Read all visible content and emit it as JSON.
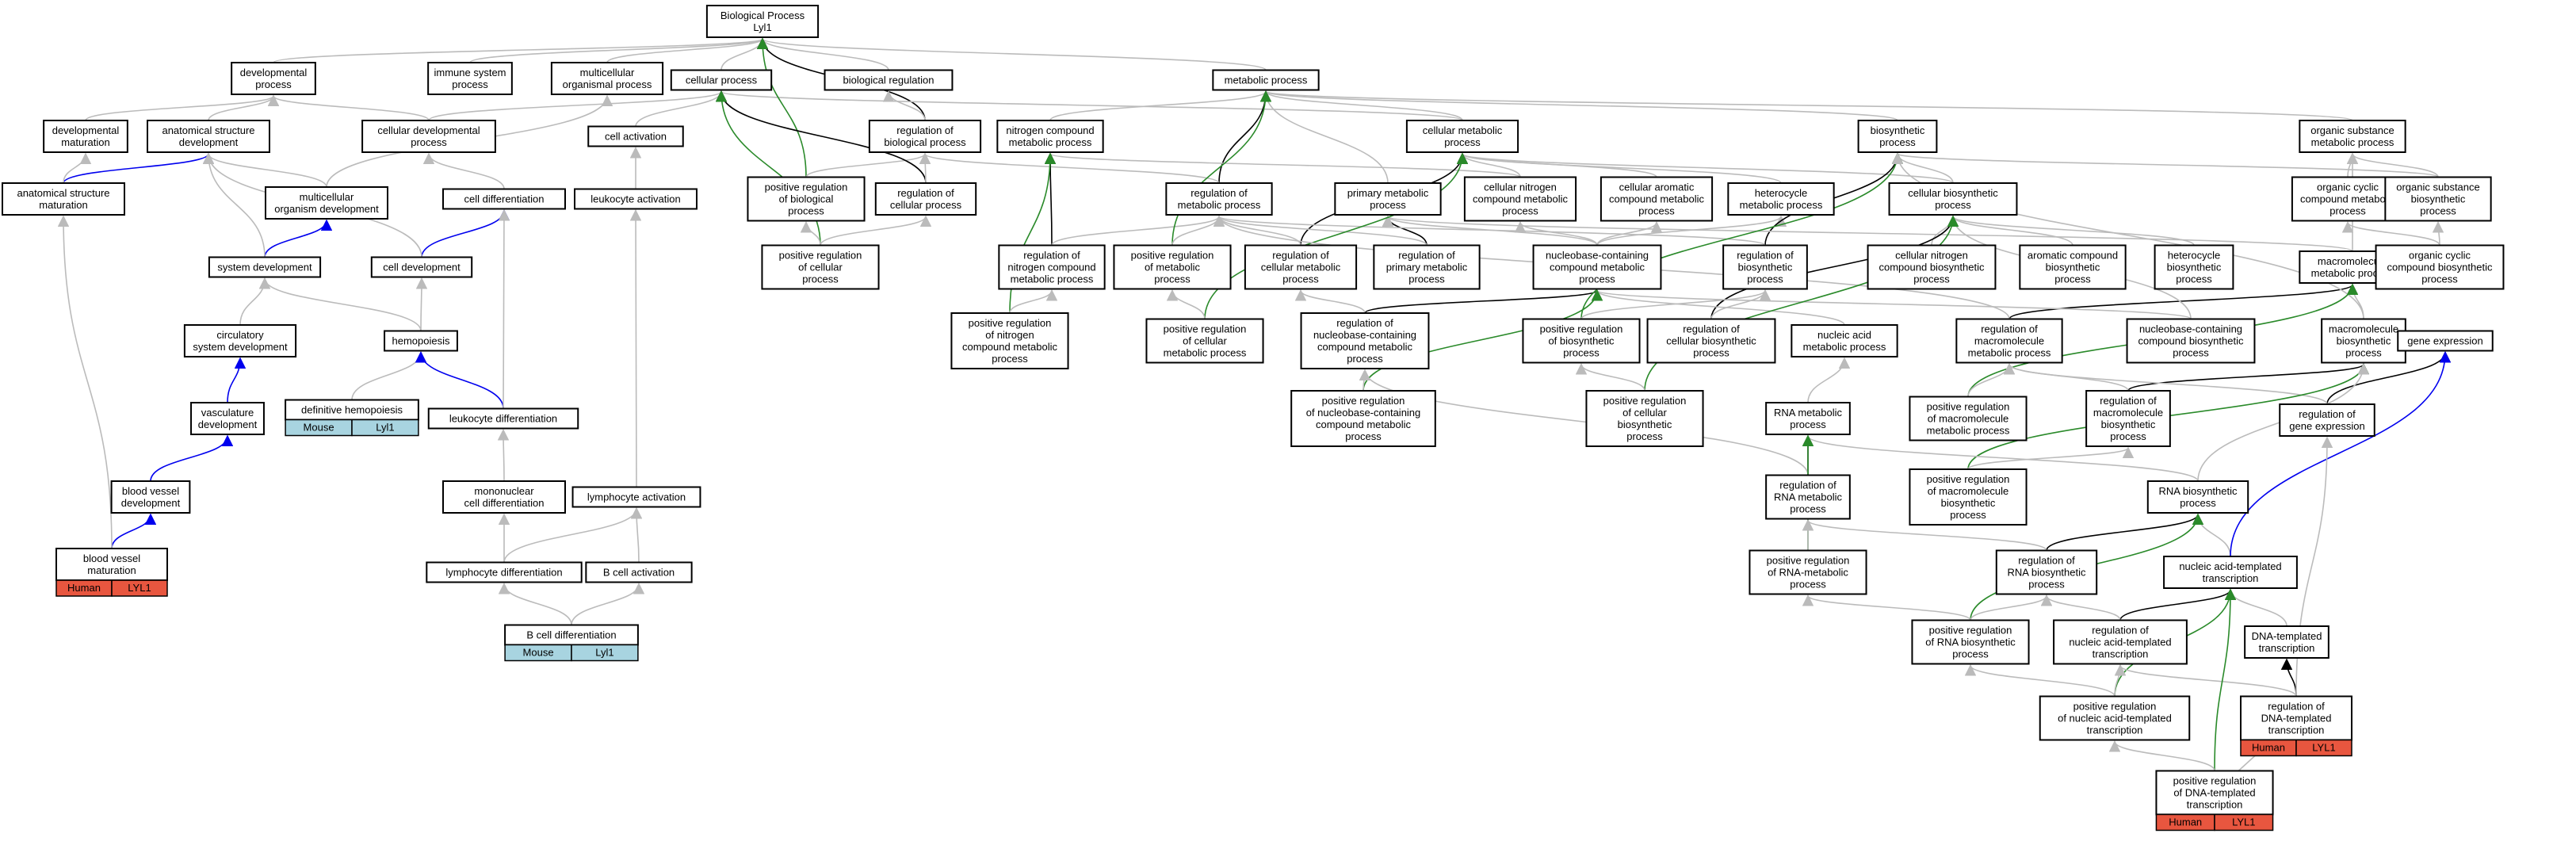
{
  "diagram": {
    "colors": {
      "is_a": "#bbbbbb",
      "part_of": "#0000ee",
      "regulates": "#000000",
      "positively_regulates": "#2a8a2a",
      "human_tag": "#e8563f",
      "mouse_tag": "#a8d4e0"
    },
    "nodes": {
      "bp": [
        "Biological Process",
        "Lyl1"
      ],
      "dev": [
        "developmental",
        "process"
      ],
      "imm": [
        "immune system",
        "process"
      ],
      "multi": [
        "multicellular",
        "organismal process"
      ],
      "cp": [
        "cellular process"
      ],
      "breg": [
        "biological regulation"
      ],
      "mp": [
        "metabolic process"
      ],
      "devmat": [
        "developmental",
        "maturation"
      ],
      "asd": [
        "anatomical structure",
        "development"
      ],
      "cdp": [
        "cellular developmental",
        "process"
      ],
      "cact": [
        "cell activation"
      ],
      "regbp": [
        "regulation of",
        "biological process"
      ],
      "ncmp": [
        "nitrogen compound",
        "metabolic process"
      ],
      "cmp": [
        "cellular metabolic",
        "process"
      ],
      "bsp": [
        "biosynthetic",
        "process"
      ],
      "osmp": [
        "organic substance",
        "metabolic process"
      ],
      "asm": [
        "anatomical structure",
        "maturation"
      ],
      "mod": [
        "multicellular",
        "organism development"
      ],
      "cdiff": [
        "cell differentiation"
      ],
      "lact": [
        "leukocyte activation"
      ],
      "prbp": [
        "positive regulation",
        "of biological",
        "process"
      ],
      "regcp": [
        "regulation of",
        "cellular process"
      ],
      "regmp": [
        "regulation of",
        "metabolic process"
      ],
      "pmp": [
        "primary metabolic",
        "process"
      ],
      "cncmp": [
        "cellular nitrogen",
        "compound metabolic",
        "process"
      ],
      "camp": [
        "cellular aromatic",
        "compound metabolic",
        "process"
      ],
      "hmp": [
        "heterocycle",
        "metabolic process"
      ],
      "cbsp": [
        "cellular biosynthetic",
        "process"
      ],
      "occmp": [
        "organic cyclic",
        "compound metabolic",
        "process"
      ],
      "osbp": [
        "organic substance",
        "biosynthetic",
        "process"
      ],
      "sysdev": [
        "system development"
      ],
      "celldev": [
        "cell development"
      ],
      "prcp": [
        "positive regulation",
        "of cellular",
        "process"
      ],
      "regncmp": [
        "regulation of",
        "nitrogen compound",
        "metabolic process"
      ],
      "prmp": [
        "positive regulation",
        "of metabolic",
        "process"
      ],
      "regcmp": [
        "regulation of",
        "cellular metabolic",
        "process"
      ],
      "regpmp": [
        "regulation of",
        "primary metabolic",
        "process"
      ],
      "nbcmp": [
        "nucleobase-containing",
        "compound metabolic",
        "process"
      ],
      "regbsp": [
        "regulation of",
        "biosynthetic",
        "process"
      ],
      "cncbp": [
        "cellular nitrogen",
        "compound biosynthetic",
        "process"
      ],
      "acbp": [
        "aromatic compound",
        "biosynthetic",
        "process"
      ],
      "hbp": [
        "heterocycle",
        "biosynthetic",
        "process"
      ],
      "mmp": [
        "macromolecule",
        "metabolic process"
      ],
      "occbp": [
        "organic cyclic",
        "compound biosynthetic",
        "process"
      ],
      "csd": [
        "circulatory",
        "system development"
      ],
      "hemo": [
        "hemopoiesis"
      ],
      "prncmp": [
        "positive regulation",
        "of nitrogen",
        "compound metabolic",
        "process"
      ],
      "prcmp": [
        "positive regulation",
        "of cellular",
        "metabolic process"
      ],
      "regnbcmp": [
        "regulation of",
        "nucleobase-containing",
        "compound metabolic",
        "process"
      ],
      "prbsp": [
        "positive regulation",
        "of biosynthetic",
        "process"
      ],
      "regcbsp": [
        "regulation of",
        "cellular biosynthetic",
        "process"
      ],
      "namp": [
        "nucleic acid",
        "metabolic process"
      ],
      "regmmp": [
        "regulation of",
        "macromolecule",
        "metabolic process"
      ],
      "nbcbp": [
        "nucleobase-containing",
        "compound biosynthetic",
        "process"
      ],
      "mbp": [
        "macromolecule",
        "biosynthetic",
        "process"
      ],
      "gexp": [
        "gene expression"
      ],
      "vasc": [
        "vasculature",
        "development"
      ],
      "defhemo": [
        "definitive hemopoiesis"
      ],
      "ldiff": [
        "leukocyte differentiation"
      ],
      "prnbcmp": [
        "positive regulation",
        "of nucleobase-containing",
        "compound metabolic",
        "process"
      ],
      "prcbsp": [
        "positive regulation",
        "of cellular",
        "biosynthetic",
        "process"
      ],
      "rnamp": [
        "RNA metabolic",
        "process"
      ],
      "prmmp": [
        "positive regulation",
        "of macromolecule",
        "metabolic process"
      ],
      "regmbp": [
        "regulation of",
        "macromolecule",
        "biosynthetic",
        "process"
      ],
      "reggexp": [
        "regulation of",
        "gene expression"
      ],
      "bvd": [
        "blood vessel",
        "development"
      ],
      "mcd": [
        "mononuclear",
        "cell differentiation"
      ],
      "lymact": [
        "lymphocyte activation"
      ],
      "regrnamp": [
        "regulation of",
        "RNA metabolic",
        "process"
      ],
      "prmbp": [
        "positive regulation",
        "of macromolecule",
        "biosynthetic",
        "process"
      ],
      "rnabp": [
        "RNA biosynthetic",
        "process"
      ],
      "bvm": [
        "blood vessel",
        "maturation"
      ],
      "lymdiff": [
        "lymphocyte differentiation"
      ],
      "bcact": [
        "B cell activation"
      ],
      "prrnamp": [
        "positive regulation",
        "of RNA-metabolic",
        "process"
      ],
      "regrnabp": [
        "regulation of",
        "RNA biosynthetic",
        "process"
      ],
      "natt": [
        "nucleic acid-templated",
        "transcription"
      ],
      "bcdiff": [
        "B cell differentiation"
      ],
      "prrnabp": [
        "positive regulation",
        "of RNA biosynthetic",
        "process"
      ],
      "regnatt": [
        "regulation of",
        "nucleic acid-templated",
        "transcription"
      ],
      "dtt": [
        "DNA-templated",
        "transcription"
      ],
      "prnatt": [
        "positive regulation",
        "of nucleic acid-templated",
        "transcription"
      ],
      "regdtt": [
        "regulation of",
        "DNA-templated",
        "transcription"
      ],
      "prdtt": [
        "positive regulation",
        "of DNA-templated",
        "transcription"
      ]
    },
    "annotations": {
      "defhemo": [
        "Mouse",
        "Lyl1"
      ],
      "bvm": [
        "Human",
        "LYL1"
      ],
      "bcdiff": [
        "Mouse",
        "Lyl1"
      ],
      "regdtt": [
        "Human",
        "LYL1"
      ],
      "prdtt": [
        "Human",
        "LYL1"
      ]
    },
    "edges": [
      [
        "dev",
        "bp",
        "is_a"
      ],
      [
        "imm",
        "bp",
        "is_a"
      ],
      [
        "multi",
        "bp",
        "is_a"
      ],
      [
        "cp",
        "bp",
        "is_a"
      ],
      [
        "breg",
        "bp",
        "is_a"
      ],
      [
        "mp",
        "bp",
        "is_a"
      ],
      [
        "devmat",
        "dev",
        "is_a"
      ],
      [
        "asd",
        "dev",
        "is_a"
      ],
      [
        "cdp",
        "cp",
        "is_a"
      ],
      [
        "cdp",
        "dev",
        "is_a"
      ],
      [
        "cact",
        "cp",
        "is_a"
      ],
      [
        "regbp",
        "bp",
        "regulates"
      ],
      [
        "regbp",
        "breg",
        "is_a"
      ],
      [
        "ncmp",
        "mp",
        "is_a"
      ],
      [
        "cmp",
        "mp",
        "is_a"
      ],
      [
        "cmp",
        "cp",
        "is_a"
      ],
      [
        "bsp",
        "mp",
        "is_a"
      ],
      [
        "osmp",
        "mp",
        "is_a"
      ],
      [
        "asm",
        "asd",
        "part_of"
      ],
      [
        "asm",
        "devmat",
        "is_a"
      ],
      [
        "mod",
        "asd",
        "is_a"
      ],
      [
        "mod",
        "multi",
        "is_a"
      ],
      [
        "cdiff",
        "cdp",
        "is_a"
      ],
      [
        "lact",
        "cact",
        "is_a"
      ],
      [
        "prbp",
        "bp",
        "positively_regulates"
      ],
      [
        "prbp",
        "regbp",
        "is_a"
      ],
      [
        "regcp",
        "cp",
        "regulates"
      ],
      [
        "regcp",
        "regbp",
        "is_a"
      ],
      [
        "regmp",
        "mp",
        "regulates"
      ],
      [
        "regmp",
        "regbp",
        "is_a"
      ],
      [
        "pmp",
        "mp",
        "is_a"
      ],
      [
        "cncmp",
        "cmp",
        "is_a"
      ],
      [
        "cncmp",
        "ncmp",
        "is_a"
      ],
      [
        "camp",
        "cmp",
        "is_a"
      ],
      [
        "hmp",
        "cmp",
        "is_a"
      ],
      [
        "cbsp",
        "bsp",
        "is_a"
      ],
      [
        "cbsp",
        "cmp",
        "is_a"
      ],
      [
        "occmp",
        "osmp",
        "is_a"
      ],
      [
        "osbp",
        "osmp",
        "is_a"
      ],
      [
        "osbp",
        "bsp",
        "is_a"
      ],
      [
        "sysdev",
        "mod",
        "part_of"
      ],
      [
        "sysdev",
        "asd",
        "is_a"
      ],
      [
        "celldev",
        "cdiff",
        "part_of"
      ],
      [
        "celldev",
        "asd",
        "is_a"
      ],
      [
        "prcp",
        "cp",
        "positively_regulates"
      ],
      [
        "prcp",
        "regcp",
        "is_a"
      ],
      [
        "prcp",
        "prbp",
        "is_a"
      ],
      [
        "regncmp",
        "ncmp",
        "regulates"
      ],
      [
        "regncmp",
        "regmp",
        "is_a"
      ],
      [
        "prmp",
        "mp",
        "positively_regulates"
      ],
      [
        "prmp",
        "regmp",
        "is_a"
      ],
      [
        "regcmp",
        "cmp",
        "regulates"
      ],
      [
        "regcmp",
        "regmp",
        "is_a"
      ],
      [
        "regpmp",
        "pmp",
        "regulates"
      ],
      [
        "regpmp",
        "regmp",
        "is_a"
      ],
      [
        "nbcmp",
        "cncmp",
        "is_a"
      ],
      [
        "nbcmp",
        "camp",
        "is_a"
      ],
      [
        "nbcmp",
        "hmp",
        "is_a"
      ],
      [
        "nbcmp",
        "pmp",
        "is_a"
      ],
      [
        "regbsp",
        "bsp",
        "regulates"
      ],
      [
        "regbsp",
        "regmp",
        "is_a"
      ],
      [
        "cncbp",
        "cbsp",
        "is_a"
      ],
      [
        "acbp",
        "cbsp",
        "is_a"
      ],
      [
        "hbp",
        "cbsp",
        "is_a"
      ],
      [
        "mmp",
        "pmp",
        "is_a"
      ],
      [
        "mmp",
        "osmp",
        "is_a"
      ],
      [
        "occbp",
        "occmp",
        "is_a"
      ],
      [
        "occbp",
        "osbp",
        "is_a"
      ],
      [
        "csd",
        "sysdev",
        "is_a"
      ],
      [
        "hemo",
        "sysdev",
        "is_a"
      ],
      [
        "hemo",
        "celldev",
        "is_a"
      ],
      [
        "prncmp",
        "ncmp",
        "positively_regulates"
      ],
      [
        "prncmp",
        "regncmp",
        "is_a"
      ],
      [
        "prcmp",
        "cmp",
        "positively_regulates"
      ],
      [
        "prcmp",
        "prmp",
        "is_a"
      ],
      [
        "regnbcmp",
        "nbcmp",
        "regulates"
      ],
      [
        "regnbcmp",
        "regcmp",
        "is_a"
      ],
      [
        "prbsp",
        "bsp",
        "positively_regulates"
      ],
      [
        "prbsp",
        "regbsp",
        "is_a"
      ],
      [
        "regcbsp",
        "cbsp",
        "regulates"
      ],
      [
        "regcbsp",
        "regbsp",
        "is_a"
      ],
      [
        "namp",
        "nbcmp",
        "is_a"
      ],
      [
        "regmmp",
        "mmp",
        "regulates"
      ],
      [
        "regmmp",
        "regmp",
        "is_a"
      ],
      [
        "nbcbp",
        "nbcmp",
        "is_a"
      ],
      [
        "nbcbp",
        "cbsp",
        "is_a"
      ],
      [
        "mbp",
        "mmp",
        "is_a"
      ],
      [
        "mbp",
        "bsp",
        "is_a"
      ],
      [
        "gexp",
        "mbp",
        "is_a"
      ],
      [
        "vasc",
        "csd",
        "part_of"
      ],
      [
        "defhemo",
        "hemo",
        "is_a"
      ],
      [
        "ldiff",
        "hemo",
        "part_of"
      ],
      [
        "ldiff",
        "cdiff",
        "is_a"
      ],
      [
        "prnbcmp",
        "nbcmp",
        "positively_regulates"
      ],
      [
        "prnbcmp",
        "regnbcmp",
        "is_a"
      ],
      [
        "prcbsp",
        "cbsp",
        "positively_regulates"
      ],
      [
        "prcbsp",
        "prbsp",
        "is_a"
      ],
      [
        "rnamp",
        "namp",
        "is_a"
      ],
      [
        "prmmp",
        "mmp",
        "positively_regulates"
      ],
      [
        "prmmp",
        "regmmp",
        "is_a"
      ],
      [
        "regmbp",
        "mbp",
        "regulates"
      ],
      [
        "regmbp",
        "regmmp",
        "is_a"
      ],
      [
        "reggexp",
        "gexp",
        "regulates"
      ],
      [
        "reggexp",
        "regmmp",
        "is_a"
      ],
      [
        "bvd",
        "vasc",
        "part_of"
      ],
      [
        "mcd",
        "ldiff",
        "is_a"
      ],
      [
        "lymact",
        "lact",
        "is_a"
      ],
      [
        "regrnamp",
        "rnamp",
        "regulates"
      ],
      [
        "regrnamp",
        "regnbcmp",
        "is_a"
      ],
      [
        "prmbp",
        "mbp",
        "positively_regulates"
      ],
      [
        "prmbp",
        "regmbp",
        "is_a"
      ],
      [
        "rnabp",
        "rnamp",
        "is_a"
      ],
      [
        "rnabp",
        "mbp",
        "is_a"
      ],
      [
        "bvm",
        "bvd",
        "part_of"
      ],
      [
        "bvm",
        "asm",
        "is_a"
      ],
      [
        "lymdiff",
        "mcd",
        "is_a"
      ],
      [
        "lymdiff",
        "lymact",
        "is_a"
      ],
      [
        "bcact",
        "lymact",
        "is_a"
      ],
      [
        "prrnamp",
        "rnamp",
        "positively_regulates"
      ],
      [
        "prrnamp",
        "regrnamp",
        "is_a"
      ],
      [
        "regrnabp",
        "rnabp",
        "regulates"
      ],
      [
        "regrnabp",
        "regrnamp",
        "is_a"
      ],
      [
        "natt",
        "rnabp",
        "is_a"
      ],
      [
        "natt",
        "gexp",
        "part_of"
      ],
      [
        "bcdiff",
        "lymdiff",
        "is_a"
      ],
      [
        "bcdiff",
        "bcact",
        "is_a"
      ],
      [
        "prrnabp",
        "rnabp",
        "positively_regulates"
      ],
      [
        "prrnabp",
        "regrnabp",
        "is_a"
      ],
      [
        "prrnabp",
        "prrnamp",
        "is_a"
      ],
      [
        "regnatt",
        "natt",
        "regulates"
      ],
      [
        "regnatt",
        "regrnabp",
        "is_a"
      ],
      [
        "dtt",
        "natt",
        "is_a"
      ],
      [
        "prnatt",
        "natt",
        "positively_regulates"
      ],
      [
        "prnatt",
        "regnatt",
        "is_a"
      ],
      [
        "prnatt",
        "prrnabp",
        "is_a"
      ],
      [
        "regdtt",
        "dtt",
        "regulates"
      ],
      [
        "regdtt",
        "regnatt",
        "is_a"
      ],
      [
        "regdtt",
        "reggexp",
        "is_a"
      ],
      [
        "prdtt",
        "natt",
        "positively_regulates"
      ],
      [
        "prdtt",
        "prnatt",
        "is_a"
      ],
      [
        "prdtt",
        "regdtt",
        "is_a"
      ]
    ]
  }
}
